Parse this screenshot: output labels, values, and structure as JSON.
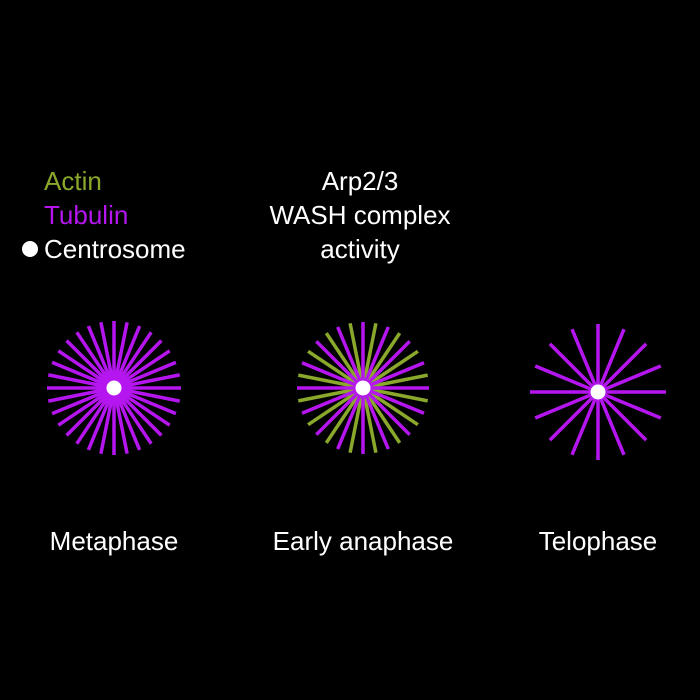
{
  "colors": {
    "background": "#000000",
    "actin": "#8aa82c",
    "tubulin": "#b516f0",
    "centrosome": "#ffffff",
    "text": "#ffffff"
  },
  "legend": {
    "actin_label": "Actin",
    "tubulin_label": "Tubulin",
    "centrosome_label": "Centrosome"
  },
  "annotation": {
    "line1": "Arp2/3",
    "line2": "WASH complex",
    "line3": "activity"
  },
  "stages": [
    {
      "label": "Metaphase",
      "tubulin_fibers": 16,
      "actin_fibers": 0
    },
    {
      "label": "Early anaphase",
      "tubulin_fibers": 8,
      "actin_fibers": 8
    },
    {
      "label": "Telophase",
      "tubulin_fibers": 8,
      "actin_fibers": 0
    }
  ]
}
